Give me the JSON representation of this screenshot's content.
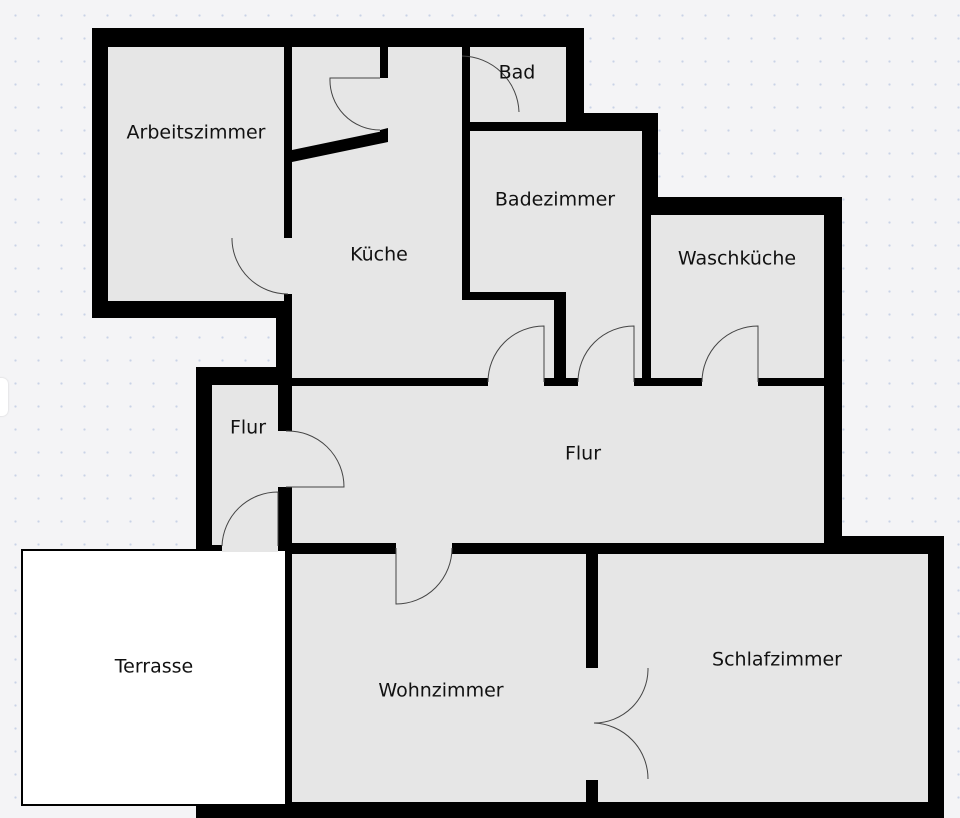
{
  "plan": {
    "colors": {
      "wall": "#000000",
      "floor": "#e6e6e6",
      "terrace": "#ffffff",
      "door_arc": "#444444"
    },
    "rooms": {
      "arbeitszimmer": "Arbeitszimmer",
      "bad": "Bad",
      "kueche": "Küche",
      "badezimmer": "Badezimmer",
      "waschkueche": "Waschküche",
      "flur_small": "Flur",
      "flur_main": "Flur",
      "terrasse": "Terrasse",
      "wohnzimmer": "Wohnzimmer",
      "schlafzimmer": "Schlafzimmer"
    }
  }
}
